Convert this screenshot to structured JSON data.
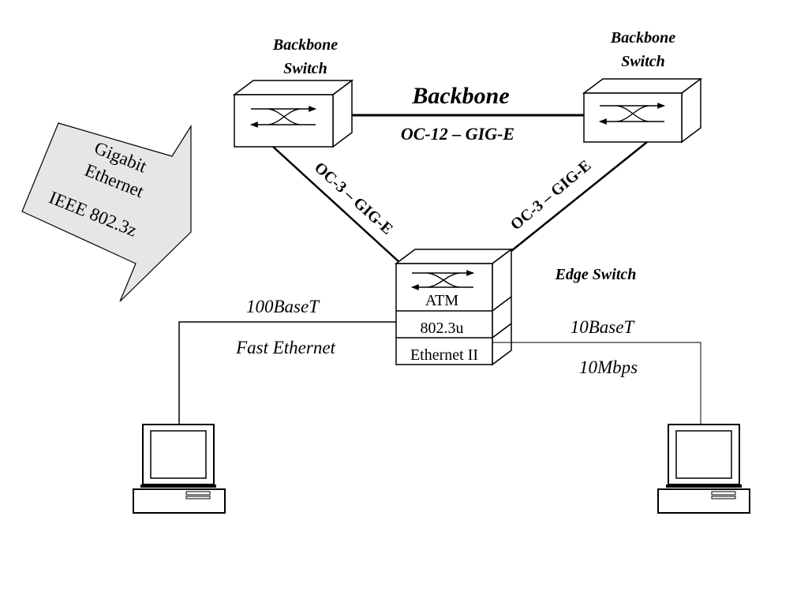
{
  "backbone": {
    "left_switch_line1": "Backbone",
    "left_switch_line2": "Switch",
    "right_switch_line1": "Backbone",
    "right_switch_line2": "Switch",
    "title": "Backbone",
    "link_label": "OC-12 – GIG-E"
  },
  "uplinks": {
    "left_label": "OC-3 – GIG-E",
    "right_label": "OC-3 – GIG-E"
  },
  "callout": {
    "line1": "Gigabit",
    "line2": "Ethernet",
    "line3": "IEEE 802.3z"
  },
  "edge_switch": {
    "label": "Edge Switch",
    "layer_top": "ATM",
    "layer_mid": "802.3u",
    "layer_bottom": "Ethernet II"
  },
  "left_link": {
    "speed": "100BaseT",
    "name": "Fast Ethernet"
  },
  "right_link": {
    "speed": "10BaseT",
    "rate": "10Mbps"
  }
}
